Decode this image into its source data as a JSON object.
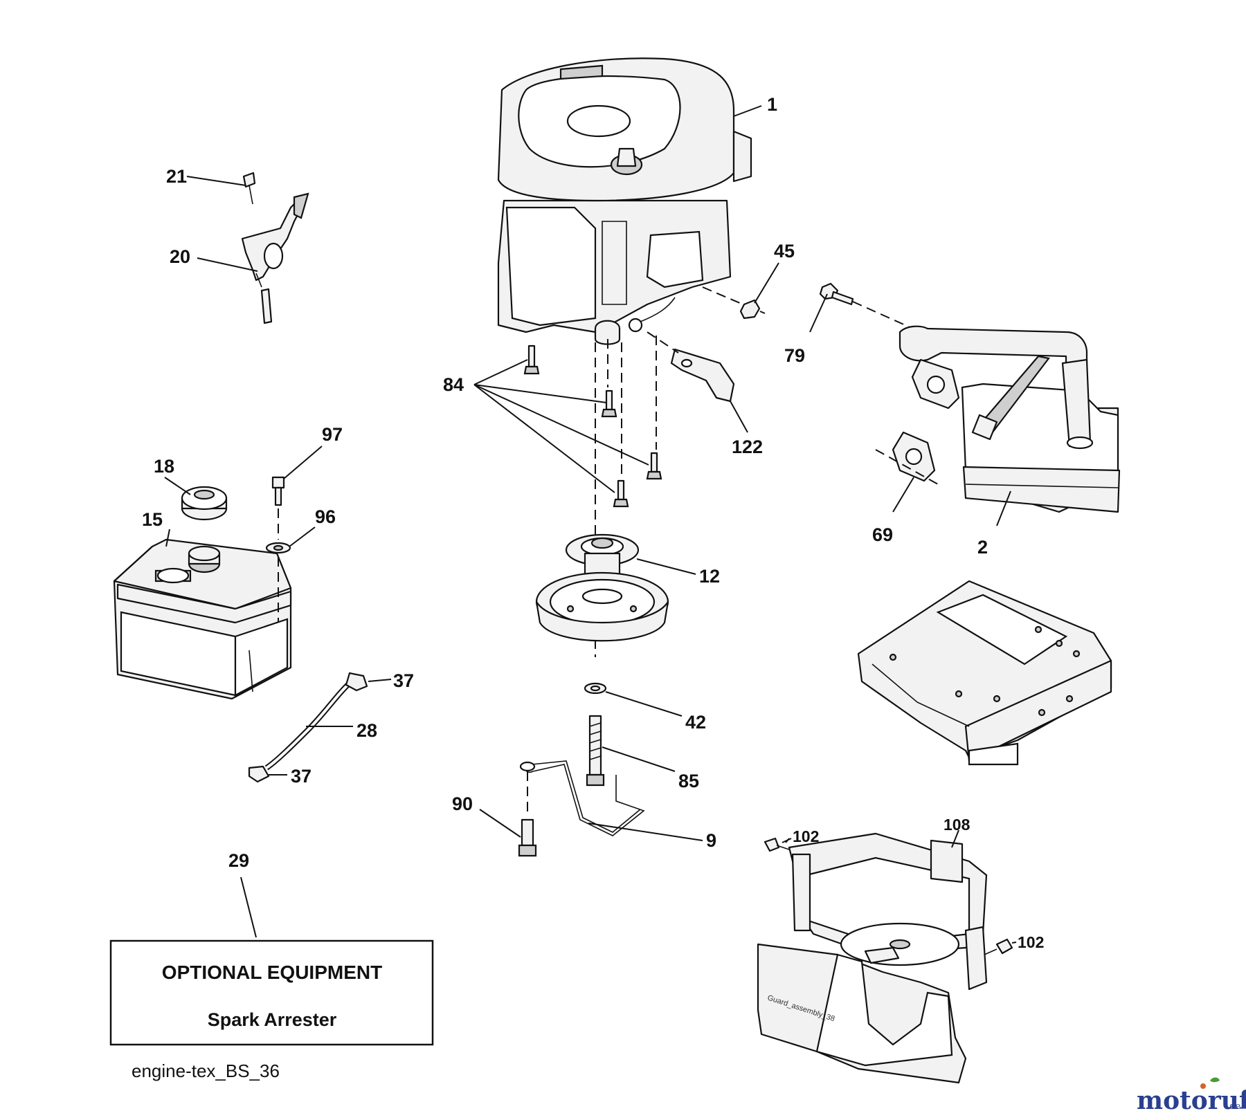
{
  "diagram": {
    "drawing_code": "engine-tex_BS_36",
    "part_stamp": "Guard_assembly_38",
    "callouts": {
      "c1": "1",
      "c2": "2",
      "c9": "9",
      "c12": "12",
      "c15": "15",
      "c18": "18",
      "c20": "20",
      "c21": "21",
      "c28": "28",
      "c29": "29",
      "c37a": "37",
      "c37b": "37",
      "c42": "42",
      "c45": "45",
      "c69": "69",
      "c79": "79",
      "c84": "84",
      "c85": "85",
      "c90": "90",
      "c96": "96",
      "c97": "97",
      "c102a": "102",
      "c102b": "102",
      "c108": "108",
      "c122": "122"
    },
    "optional_box": {
      "title": "OPTIONAL EQUIPMENT",
      "item": "Spark Arrester"
    }
  },
  "watermark": {
    "name": "motoruf",
    "suffix": ".de",
    "colors": {
      "primary": "#2a3f8f",
      "accent": "#d4622a",
      "green": "#4a9a3a"
    }
  }
}
